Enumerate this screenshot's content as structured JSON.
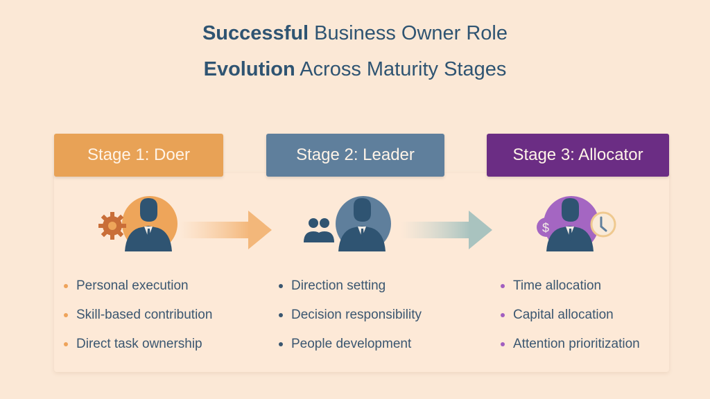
{
  "title": {
    "line1_bold": "Successful",
    "line1_rest": " Business Owner Role",
    "line2_bold": "Evolution",
    "line2_rest": " Across Maturity Stages",
    "color": "#2f5472"
  },
  "stages": [
    {
      "label": "Stage 1: Doer",
      "color": "#e8a256",
      "icon": "person-with-gear-icon",
      "bullet_color": "#eea35a",
      "items": [
        "Personal execution",
        "Skill-based contribution",
        "Direct task ownership"
      ]
    },
    {
      "label": "Stage 2: Leader",
      "color": "#5f7f9c",
      "icon": "person-with-team-icon",
      "bullet_color": "#3a5670",
      "items": [
        "Direction setting",
        "Decision responsibility",
        "People development"
      ]
    },
    {
      "label": "Stage 3: Allocator",
      "color": "#6b2d84",
      "icon": "person-with-money-and-clock-icon",
      "bullet_color": "#a15ec0",
      "items": [
        "Time allocation",
        "Capital allocation",
        "Attention prioritization"
      ]
    }
  ],
  "arrows": [
    {
      "icon": "arrow-right-icon",
      "color": "#f3b77a"
    },
    {
      "icon": "arrow-right-icon",
      "color": "#a9c3bf"
    }
  ]
}
